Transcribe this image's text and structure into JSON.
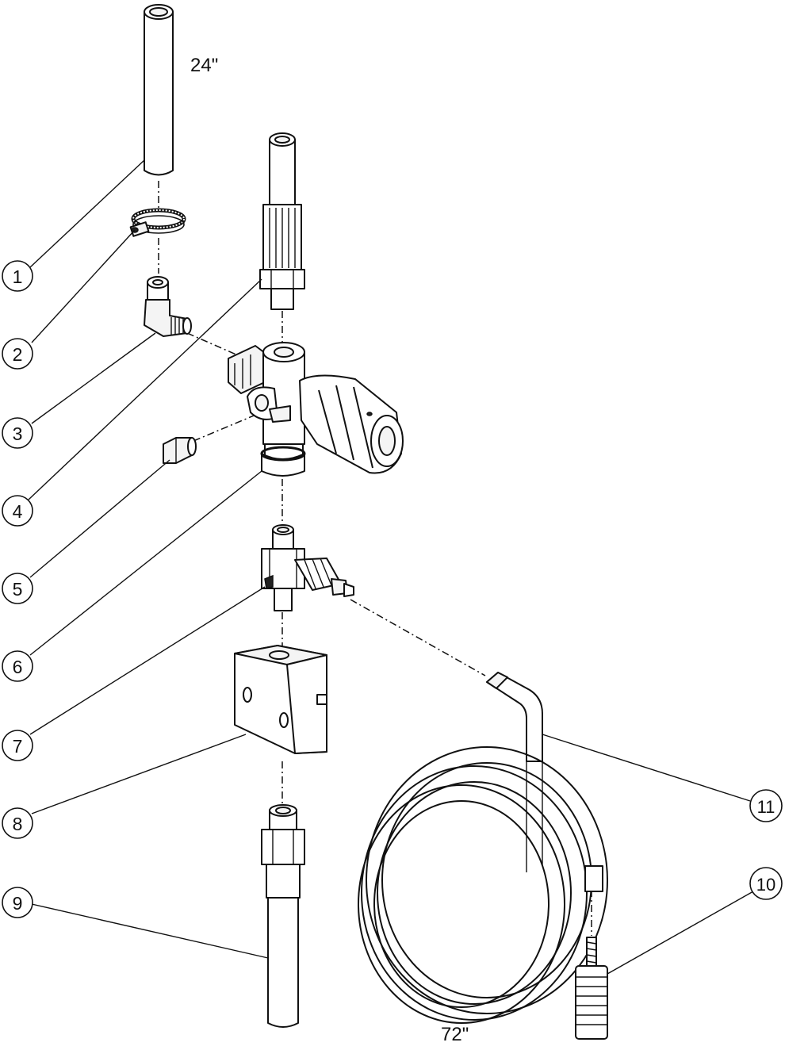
{
  "dimensions": {
    "inlet_hose_length": "24\"",
    "coil_hose_length": "72\""
  },
  "callouts": [
    "1",
    "2",
    "3",
    "4",
    "5",
    "6",
    "7",
    "8",
    "9",
    "10",
    "11"
  ]
}
